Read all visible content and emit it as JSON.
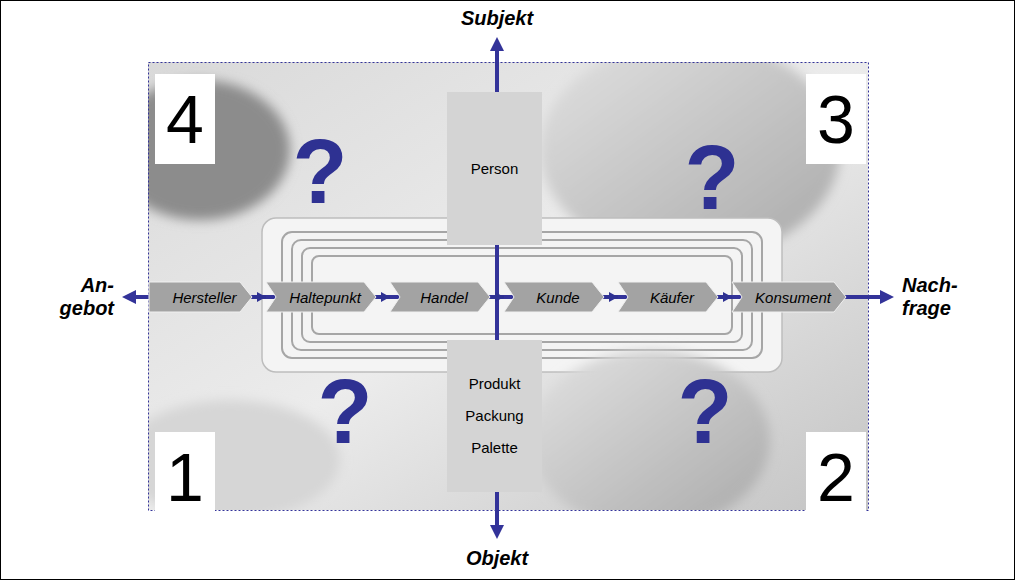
{
  "diagram": {
    "nodes": [
      {
        "text": [
          "Person"
        ]
      },
      {
        "text": [
          "Hersteller"
        ]
      },
      {
        "text": [
          "Haltepunkt"
        ]
      },
      {
        "text": [
          "Handel"
        ]
      },
      {
        "text": [
          "Kunde"
        ]
      },
      {
        "text": [
          "Käufer"
        ]
      },
      {
        "text": [
          "Konsument"
        ]
      },
      {
        "text": [
          "Produkt",
          "Packung",
          "Palette"
        ]
      },
      {
        "text": [
          "4"
        ]
      },
      {
        "text": [
          "3"
        ]
      },
      {
        "text": [
          "1"
        ]
      },
      {
        "text": [
          "2"
        ]
      }
    ],
    "edges": [
      {
        "from": 1,
        "to": 2,
        "arrow": "to"
      },
      {
        "from": 2,
        "to": 3,
        "arrow": "to"
      },
      {
        "from": 3,
        "to": 4,
        "arrow": "to"
      },
      {
        "from": 4,
        "to": 5,
        "arrow": "to"
      },
      {
        "from": 5,
        "to": 6,
        "arrow": "to"
      }
    ],
    "labels": [
      "Subjekt",
      "An- gebot",
      "Nach- frage",
      "?",
      "?",
      "?",
      "?",
      "Objekt"
    ]
  }
}
